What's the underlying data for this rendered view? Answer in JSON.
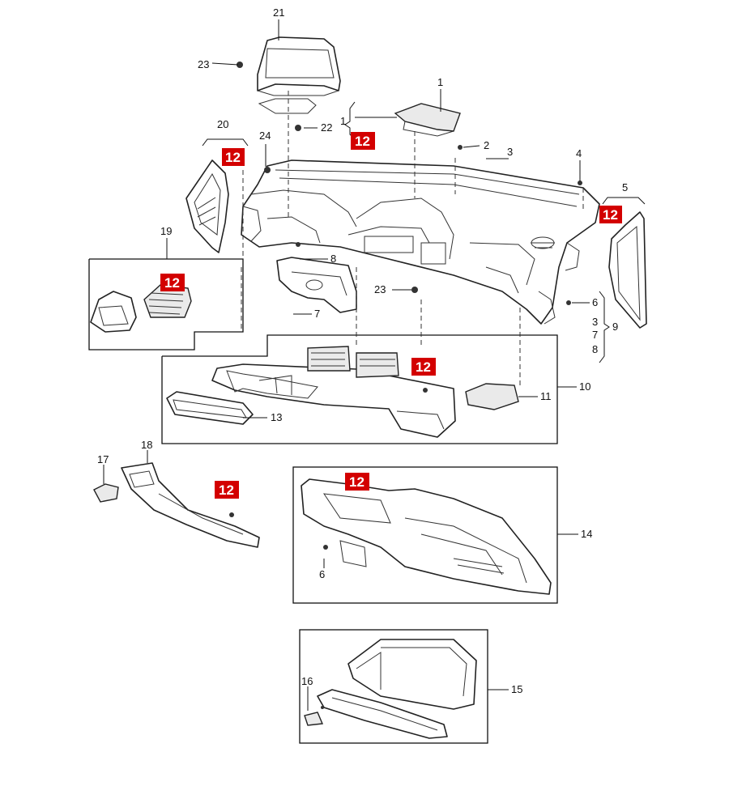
{
  "callouts": {
    "c1": "1",
    "c1b": "1",
    "c2": "2",
    "c3": "3",
    "c3b": "3",
    "c4": "4",
    "c5": "5",
    "c6": "6",
    "c6b": "6",
    "c7": "7",
    "c7b": "7",
    "c8": "8",
    "c8b": "8",
    "c9": "9",
    "c10": "10",
    "c11": "11",
    "c13": "13",
    "c14": "14",
    "c15": "15",
    "c16": "16",
    "c17": "17",
    "c18": "18",
    "c19": "19",
    "c20": "20",
    "c21": "21",
    "c22": "22",
    "c23": "23",
    "c23b": "23",
    "c24": "24"
  },
  "highlights": {
    "h1": "12",
    "h2": "12",
    "h3": "12",
    "h4": "12",
    "h5": "12",
    "h6": "12",
    "h7": "12"
  },
  "colors": {
    "highlight": "#d30000",
    "line": "#222222"
  }
}
